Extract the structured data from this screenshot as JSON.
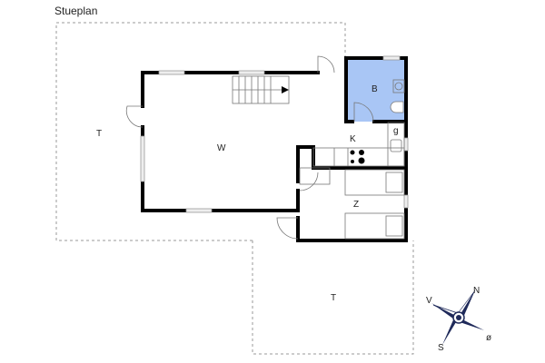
{
  "title": "Stueplan",
  "rooms": {
    "terrace_left": "T",
    "living": "W",
    "bath": "B",
    "kitchen": "K",
    "g": "g",
    "bedroom": "Z",
    "terrace_bottom": "T"
  },
  "compass": {
    "n": "N",
    "v": "V",
    "s": "S",
    "o": "ø"
  },
  "colors": {
    "bath_fill": "#a9c6f5",
    "compass": "#1f2a5a"
  }
}
